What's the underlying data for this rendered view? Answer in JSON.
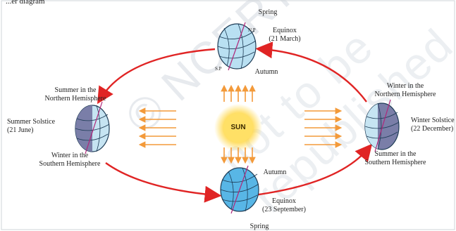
{
  "header": {
    "fragment": "...er diagram"
  },
  "watermark": {
    "line1": "© NCERT",
    "line2": "not to be republished"
  },
  "sun": {
    "label": "SUN"
  },
  "top": {
    "season_above": "Spring",
    "event": "Equinox",
    "date": "(21 March)",
    "season_below": "Autumn",
    "np": "N.P",
    "sp": "S.P"
  },
  "bottom": {
    "season_above": "Autumn",
    "event": "Equinox",
    "date": "(23 September)",
    "season_below": "Spring"
  },
  "left": {
    "north": [
      "Summer in the",
      "Northern Hemisphere"
    ],
    "event": "Summer Solstice",
    "date": "(21 June)",
    "south": [
      "Winter in the",
      "Southern Hemisphere"
    ]
  },
  "right": {
    "north": [
      "Winter in the",
      "Northern Hemisphere"
    ],
    "event": "Winter Solstice",
    "date": "(22 December)",
    "south": [
      "Summer in the",
      "Southern Hemisphere"
    ]
  },
  "colors": {
    "orbit": "#e02424",
    "rays": "#f39a3a",
    "earth_light": "#b9e0f2",
    "earth_dark": "#7a7ea8",
    "sun": "#ffd84a"
  }
}
